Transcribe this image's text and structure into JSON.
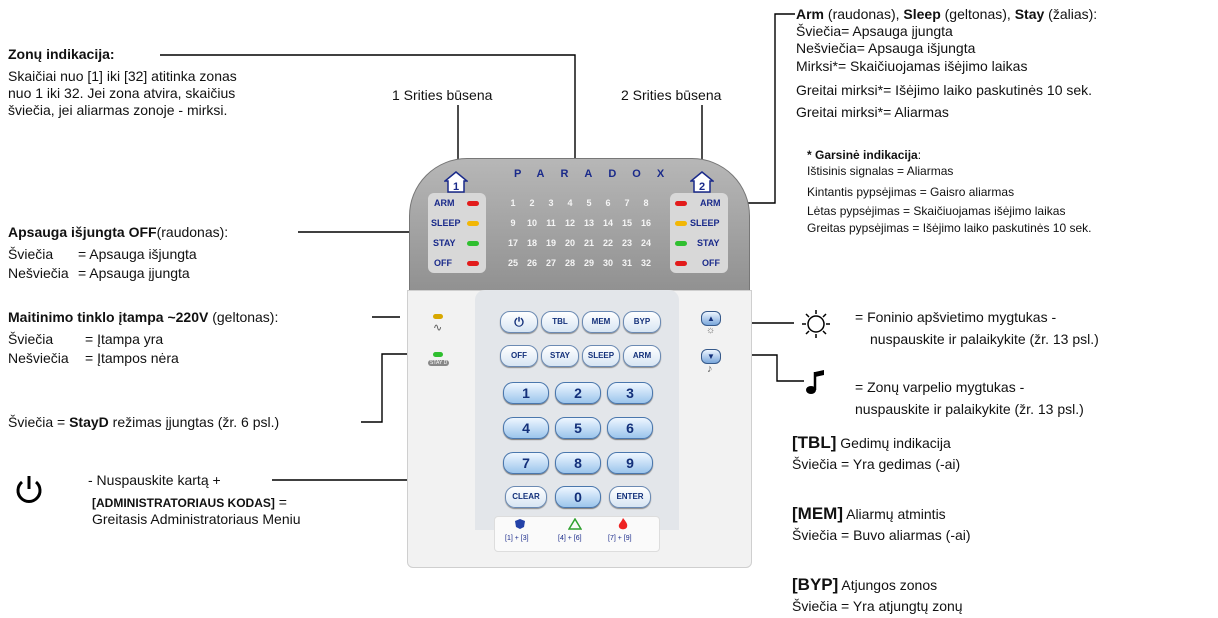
{
  "zones": {
    "title": "Zonų indikacija:",
    "lines": [
      "Skaičiai nuo [1] iki [32] atitinka zonas",
      "nuo 1 iki 32. Jei zona atvira, skaičius",
      "šviečia, jei aliarmas zonoje - mirksi."
    ]
  },
  "area1": "1 Srities būsena",
  "area2": "2 Srities būsena",
  "arm_legend": {
    "arm_bold": "Arm",
    "arm_rest": " (raudonas), ",
    "sleep_bold": "Sleep",
    "sleep_rest": " (geltonas), ",
    "stay_bold": "Stay",
    "stay_rest": " (žalias):",
    "lines": [
      "Šviečia= Apsauga įjungta",
      "Nešviečia= Apsauga išjungta",
      "Mirksi*= Skaičiuojamas išėjimo laikas",
      "Greitai mirksi*= Išėjimo laiko paskutinės 10 sek.",
      "Greitai mirksi*= Aliarmas"
    ]
  },
  "sound": {
    "title": "* Garsinė indikacija",
    "colon": ":",
    "lines": [
      "Ištisinis signalas = Aliarmas",
      "Kintantis pypsėjimas  = Gaisro aliarmas",
      "Lėtas pypsėjimas = Skaičiuojamas išėjimo laikas",
      "Greitas pypsėjimas =  Išėjimo laiko paskutinės 10 sek."
    ]
  },
  "off": {
    "bold": "Apsauga išjungta OFF",
    "rest": "(raudonas):",
    "l1a": "Šviečia",
    "l1b": "= Apsauga išjungta",
    "l2a": "Nešviečia",
    "l2b": "= Apsauga įjungta"
  },
  "power": {
    "bold": "Maitinimo tinklo įtampa ~220V",
    "rest": " (geltonas):",
    "l1a": "Šviečia",
    "l1b": "= Įtampa yra",
    "l2a": "Nešviečia",
    "l2b": "= Įtampos nėra"
  },
  "stayd": {
    "pre": "Šviečia = ",
    "bold": "StayD",
    "post": " režimas įjungtas (žr. 6 psl.)"
  },
  "admin": {
    "l1": "- Nuspauskite kartą +",
    "l2": "[ADMINISTRATORIAUS KODAS]",
    "l2b": " =",
    "l3": "Greitasis Administratoriaus Meniu"
  },
  "backlight": {
    "l1": "= Foninio apšvietimo mygtukas -",
    "l2": "nuspauskite ir palaikykite  (žr. 13 psl.)"
  },
  "chime": {
    "l1": "= Zonų varpelio mygtukas -",
    "l2": "nuspauskite ir palaikykite (žr. 13 psl.)"
  },
  "tbl": {
    "key": "[TBL]",
    "title": " Gedimų indikacija",
    "line": "Šviečia = Yra gedimas (-ai)"
  },
  "mem": {
    "key": "[MEM]",
    "title": " Aliarmų atmintis",
    "line": "Šviečia = Buvo aliarmas (-ai)"
  },
  "byp": {
    "key": "[BYP]",
    "title": " Atjungos zonos",
    "line": "Šviečia = Yra atjungtų zonų"
  },
  "keypad": {
    "brand": "PARADOX",
    "status_labels": [
      "ARM",
      "SLEEP",
      "STAY",
      "OFF"
    ],
    "zone_rows": [
      [
        "1",
        "2",
        "3",
        "4",
        "5",
        "6",
        "7",
        "8"
      ],
      [
        "9",
        "10",
        "11",
        "12",
        "13",
        "14",
        "15",
        "16"
      ],
      [
        "17",
        "18",
        "19",
        "20",
        "21",
        "22",
        "23",
        "24"
      ],
      [
        "25",
        "26",
        "27",
        "28",
        "29",
        "30",
        "31",
        "32"
      ]
    ],
    "area1_num": "1",
    "area2_num": "2",
    "row1": [
      "TBL",
      "MEM",
      "BYP"
    ],
    "row2": [
      "OFF",
      "STAY",
      "SLEEP",
      "ARM"
    ],
    "digits": [
      "1",
      "2",
      "3",
      "4",
      "5",
      "6",
      "7",
      "8",
      "9"
    ],
    "clear": "CLEAR",
    "zero": "0",
    "enter": "ENTER",
    "panic": [
      "[1] + [3]",
      "[4] + [6]",
      "[7] + [9]"
    ],
    "stayd_badge": "STAY D"
  },
  "colors": {
    "arm_red": "#e21b1b",
    "sleep_yellow": "#f2b705",
    "stay_green": "#2fbf2f",
    "power_led": "#d8a800"
  }
}
